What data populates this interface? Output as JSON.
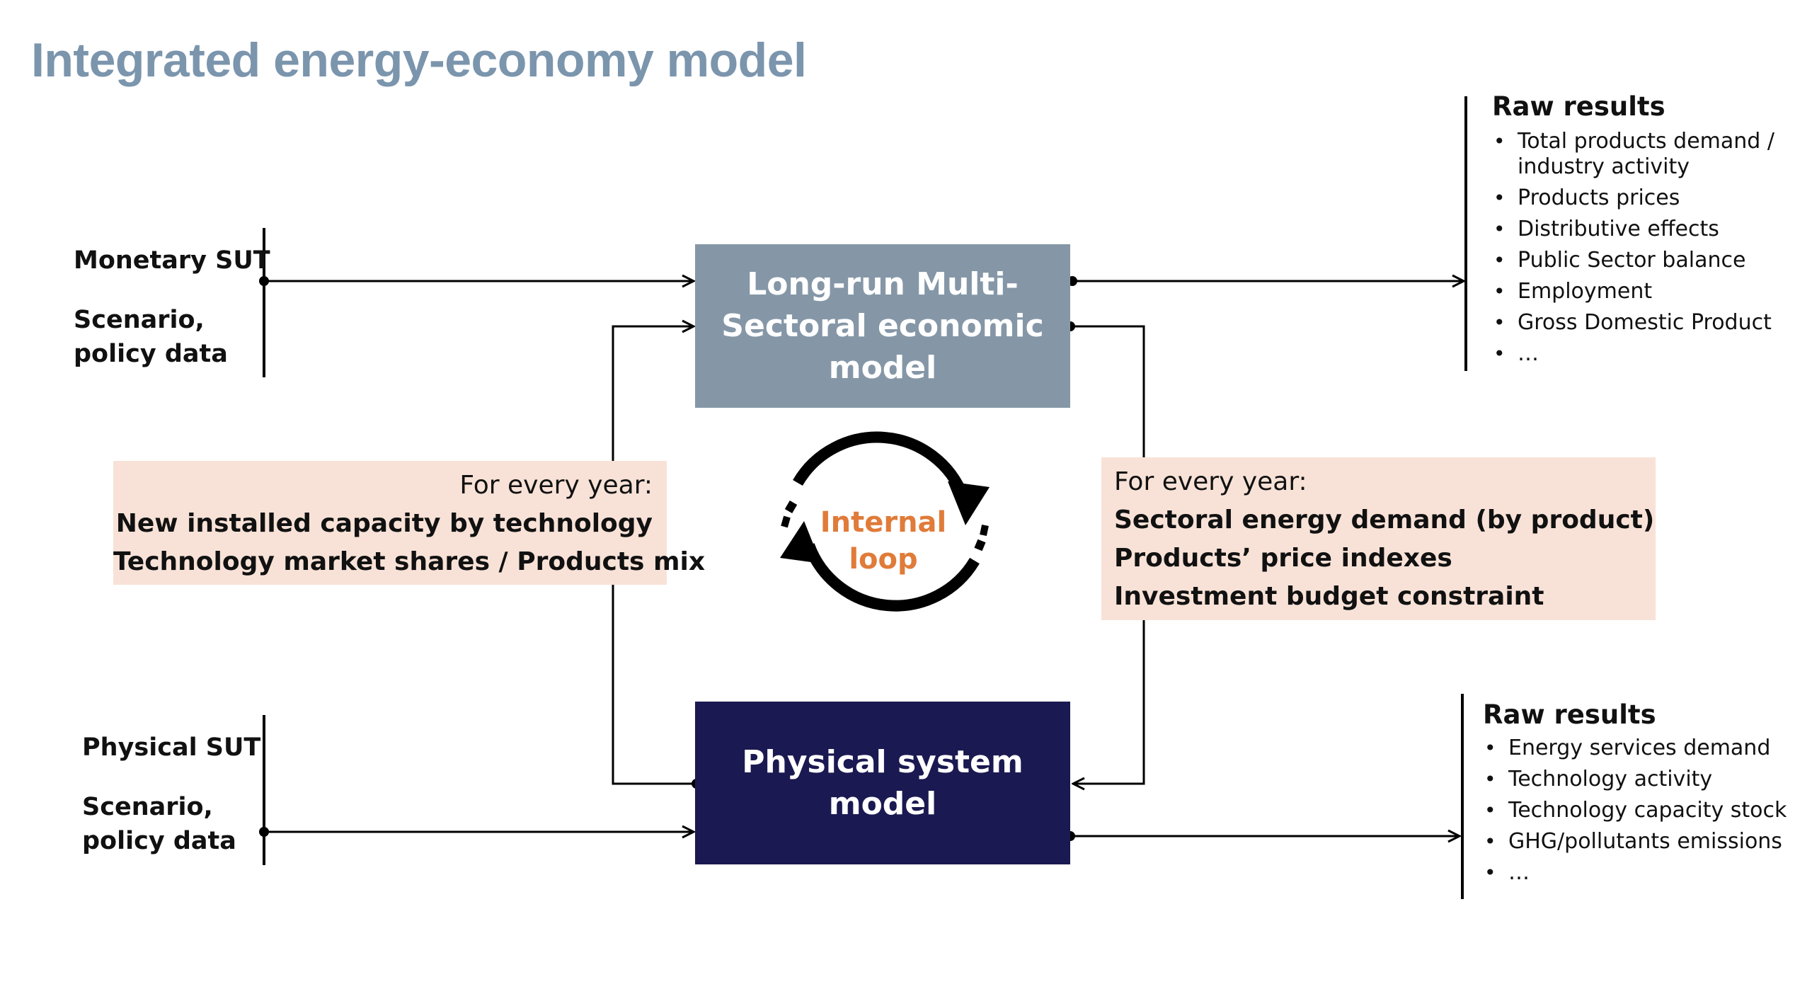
{
  "title": "Integrated energy-economy model",
  "inputs_top": {
    "line1": "Monetary SUT",
    "line2a": "Scenario,",
    "line2b": "policy data"
  },
  "inputs_bottom": {
    "line1": "Physical SUT",
    "line2a": "Scenario,",
    "line2b": "policy data"
  },
  "economic_model": {
    "line1": "Long-run Multi-",
    "line2": "Sectoral economic",
    "line3": "model"
  },
  "physical_model": {
    "line1": "Physical system",
    "line2": "model"
  },
  "loop": {
    "line1": "Internal",
    "line2": "loop"
  },
  "left_box": {
    "header": "For every year:",
    "items": [
      "New installed capacity by technology",
      "Technology market shares / Products mix"
    ]
  },
  "right_box": {
    "header": "For every year:",
    "items": [
      "Sectoral energy demand (by product)",
      "Products’ price indexes",
      "Investment budget constraint"
    ]
  },
  "raw_results_top": {
    "title": "Raw results",
    "items": [
      "Total products demand / industry activity",
      "Products prices",
      "Distributive effects",
      "Public Sector balance",
      "Employment",
      "Gross Domestic Product",
      "…"
    ]
  },
  "raw_results_bottom": {
    "title": "Raw results",
    "items": [
      "Energy services demand",
      "Technology activity",
      "Technology capacity stock",
      "GHG/pollutants emissions",
      "…"
    ]
  },
  "colors": {
    "title": "#7b95ad",
    "economic_model": "#8597a7",
    "physical_model": "#1b1951",
    "peach_box": "#f8e2d7",
    "loop_text": "#e07b39"
  }
}
